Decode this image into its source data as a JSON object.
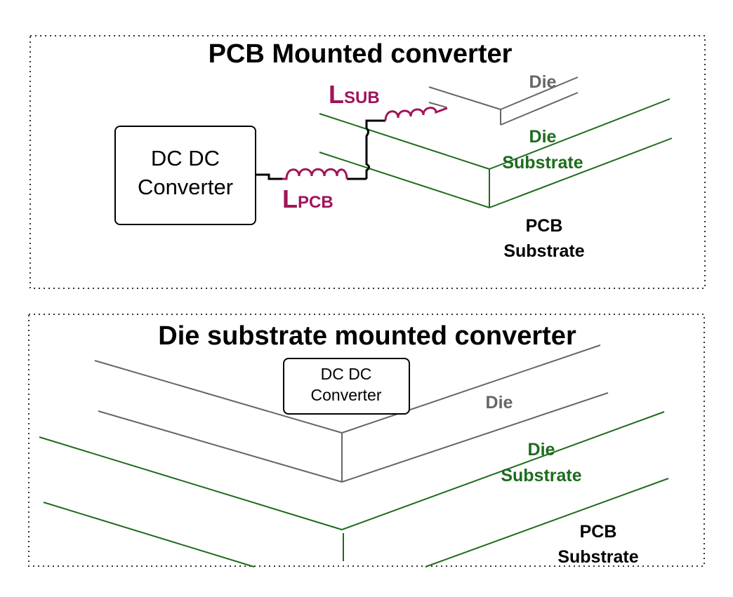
{
  "colors": {
    "die": "#666666",
    "die_substrate": "#1e6b1e",
    "pcb_substrate": "#000000",
    "inductor": "#a0155a",
    "frame": "#333333",
    "wire": "#000000"
  },
  "top_panel": {
    "title": "PCB Mounted converter",
    "converter_line1": "DC DC",
    "converter_line2": "Converter",
    "l_sub": {
      "main": "L",
      "sub": "SUB"
    },
    "l_pcb": {
      "main": "L",
      "sub": "PCB"
    },
    "die_label": "Die",
    "die_substrate_line1": "Die",
    "die_substrate_line2": "Substrate",
    "pcb_substrate_line1": "PCB",
    "pcb_substrate_line2": "Substrate"
  },
  "bottom_panel": {
    "title": "Die substrate mounted converter",
    "converter_line1": "DC DC",
    "converter_line2": "Converter",
    "die_label": "Die",
    "die_substrate_line1": "Die",
    "die_substrate_line2": "Substrate",
    "pcb_substrate_line1": "PCB",
    "pcb_substrate_line2": "Substrate"
  }
}
